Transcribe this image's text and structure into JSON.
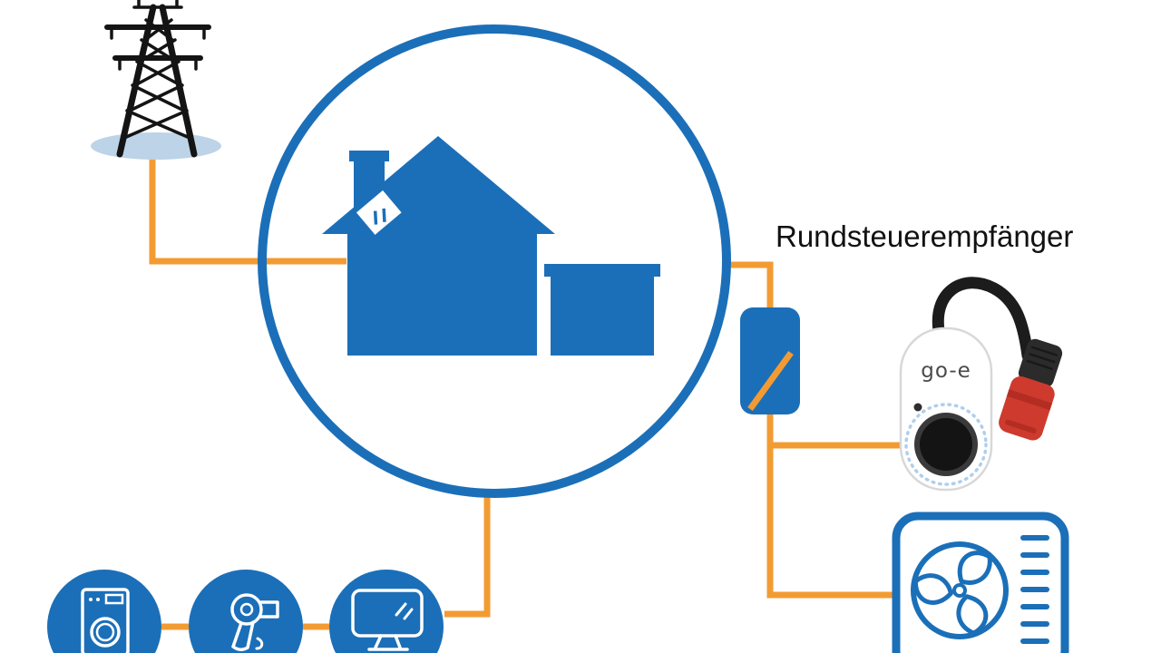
{
  "labels": {
    "receiver": "Rundsteuerempfänger",
    "charger_brand": "go-e"
  },
  "colors": {
    "blue": "#1B6FB8",
    "orange": "#F39B33",
    "red": "#CE3A2E",
    "plug_black": "#2B2B2B",
    "tower_black": "#141414",
    "ellipse_light_blue": "#BDD3E7",
    "led_ring_light_blue": "#AFCFEC"
  },
  "nodes": [
    {
      "id": "transmission-tower",
      "kind": "power-grid-icon"
    },
    {
      "id": "house-circle",
      "kind": "house-icon-in-circle"
    },
    {
      "id": "ripple-control-receiver",
      "kind": "switch-box",
      "label": "Rundsteuerempfänger"
    },
    {
      "id": "goe-charger",
      "kind": "wallbox-device",
      "label": "go-e"
    },
    {
      "id": "heat-pump",
      "kind": "fan-unit-icon"
    },
    {
      "id": "washing-machine",
      "kind": "appliance-icon"
    },
    {
      "id": "hair-dryer",
      "kind": "appliance-icon"
    },
    {
      "id": "tv",
      "kind": "appliance-icon"
    }
  ],
  "connections": [
    {
      "from": "transmission-tower",
      "to": "house-circle"
    },
    {
      "from": "house-circle",
      "to": "ripple-control-receiver"
    },
    {
      "from": "ripple-control-receiver",
      "to": "goe-charger"
    },
    {
      "from": "ripple-control-receiver",
      "to": "heat-pump"
    },
    {
      "from": "house-circle",
      "to": "tv"
    },
    {
      "from": "tv",
      "to": "hair-dryer"
    },
    {
      "from": "hair-dryer",
      "to": "washing-machine"
    }
  ]
}
